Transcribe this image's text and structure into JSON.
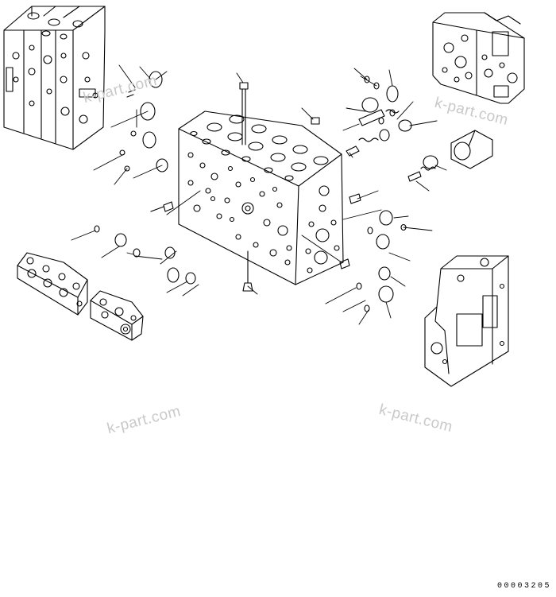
{
  "diagram": {
    "watermarks": [
      "k-part.com",
      "k-part.com",
      "k-part.com",
      "k-part.com"
    ],
    "figure_number": "00003205",
    "colors": {
      "line": "#000000",
      "watermark": "#c9c9c9",
      "background": "#ffffff"
    }
  }
}
